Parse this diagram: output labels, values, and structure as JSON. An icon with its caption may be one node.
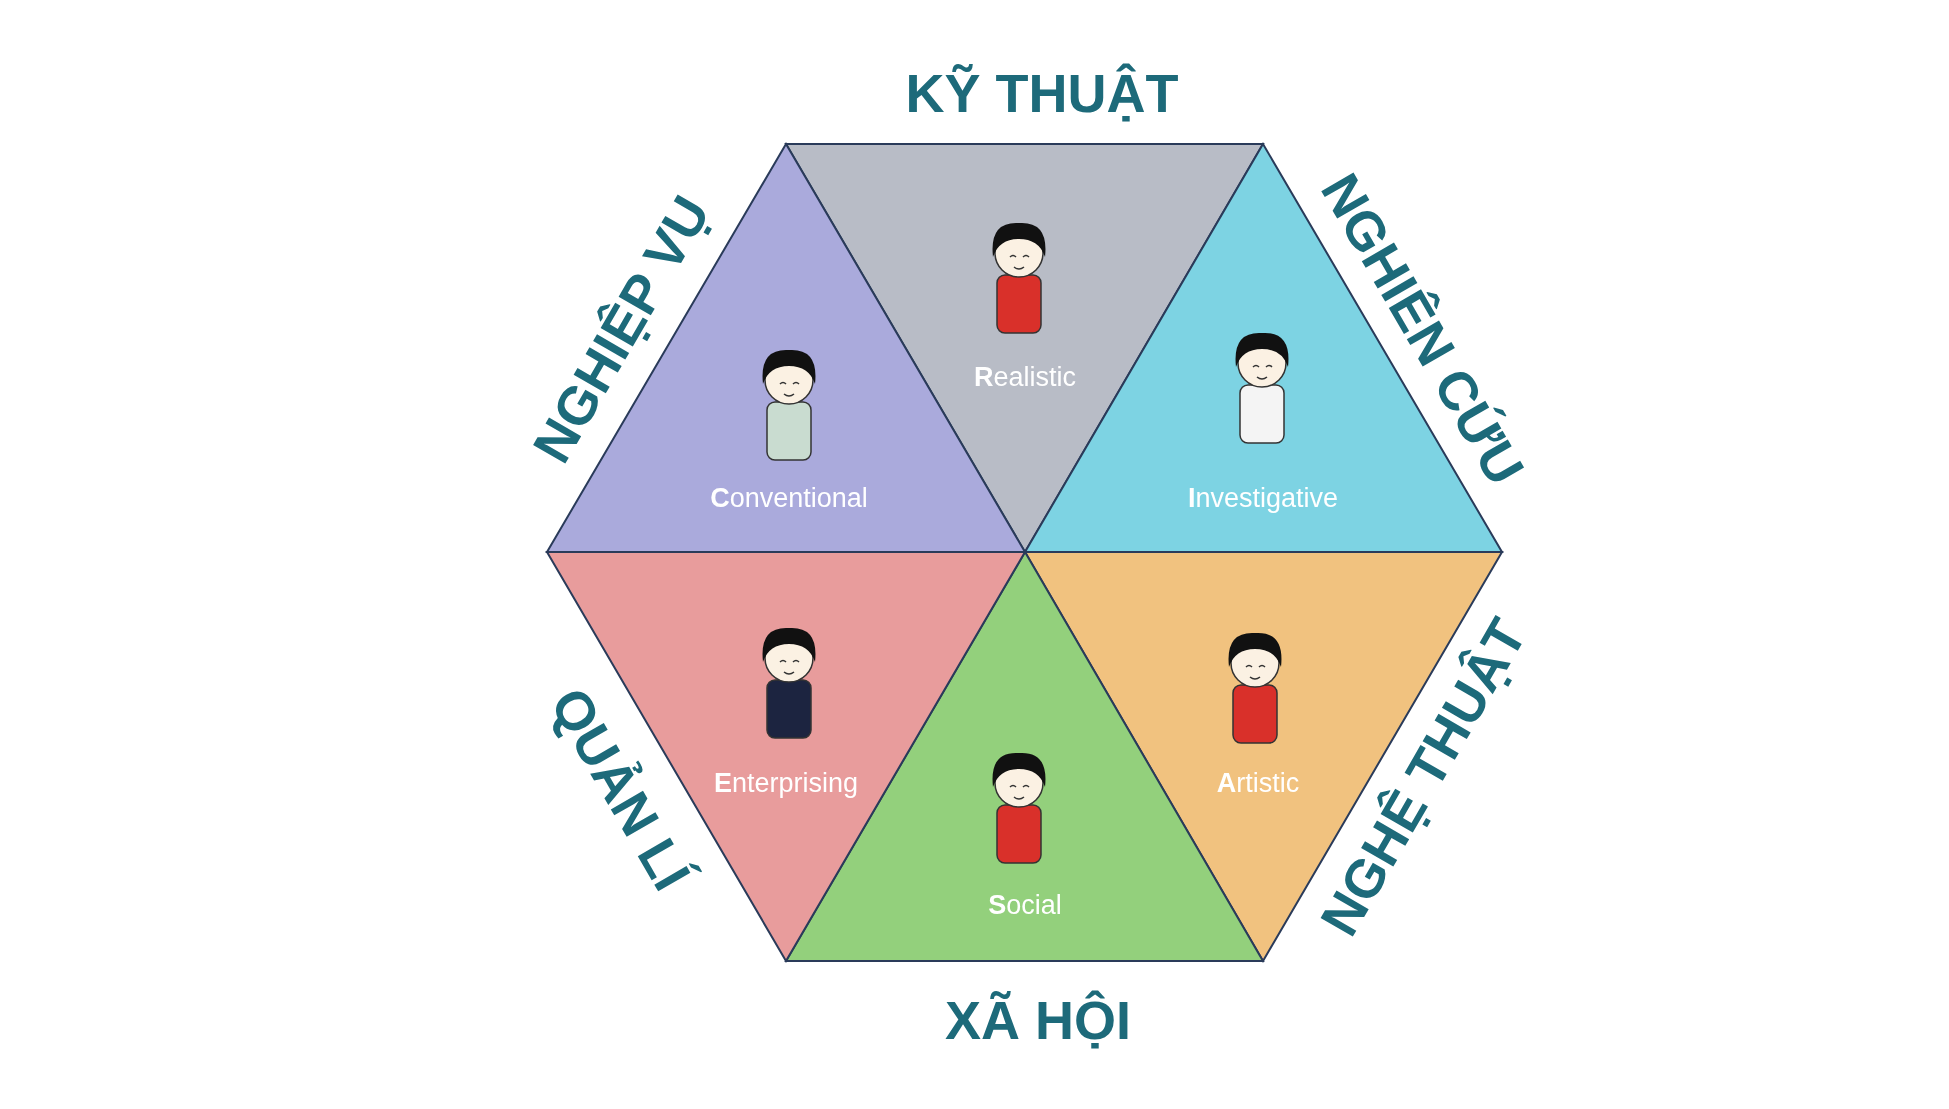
{
  "diagram": {
    "nodes": [
      {
        "text": [
          "**R**ealistic"
        ],
        "beside": [
          "KỸ THUẬT"
        ]
      },
      {
        "text": [
          "**I**nvestigative"
        ],
        "beside": [
          "NGHIÊN CỨU"
        ]
      },
      {
        "text": [
          "**A**rtistic"
        ],
        "beside": [
          "NGHỆ THUẬT"
        ]
      },
      {
        "text": [
          "**S**ocial"
        ],
        "beside": [
          "XÃ HỘI"
        ]
      },
      {
        "text": [
          "**E**nterprising"
        ],
        "beside": [
          "QUẢN LÍ"
        ]
      },
      {
        "text": [
          "**C**onventional"
        ],
        "beside": [
          "NGHIỆP VỤ"
        ]
      }
    ]
  }
}
